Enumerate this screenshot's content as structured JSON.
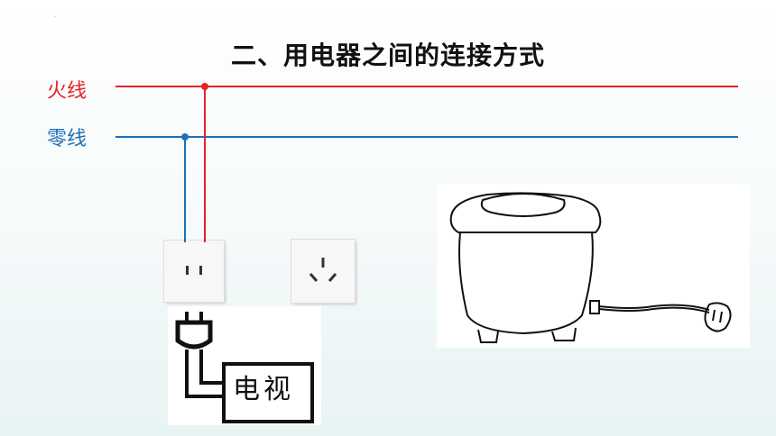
{
  "title": "二、用电器之间的连接方式",
  "wires": {
    "live_label": "火线",
    "neutral_label": "零线",
    "live_color": "#e8202a",
    "neutral_color": "#1f6fb4"
  },
  "appliances": {
    "tv_label": "电视"
  },
  "icons": {
    "two_pin_socket": "two-pin-socket-icon",
    "three_pin_socket": "three-pin-socket-icon",
    "plug": "two-pin-plug-icon",
    "rice_cooker": "rice-cooker-icon"
  }
}
